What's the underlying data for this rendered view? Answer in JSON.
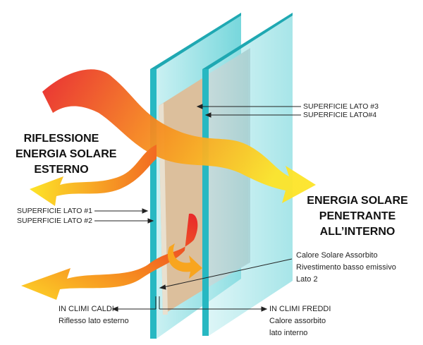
{
  "labels": {
    "surface3": "SUPERFICIE LATO #3",
    "surface4": "SUPERFICIE LATO#4",
    "surface1": "SUPERFICIE LATO #1",
    "surface2": "SUPERFICIE LATO #2"
  },
  "reflection": {
    "line1": "RIFLESSIONE",
    "line2": "ENERGIA SOLARE",
    "line3": "ESTERNO"
  },
  "penetrating": {
    "line1": "ENERGIA SOLARE",
    "line2": "PENETRANTE",
    "line3": "ALL’INTERNO"
  },
  "absorbed": {
    "line1": "Calore Solare Assorbito",
    "line2": "Rivestimento basso emissivo",
    "line3": "Lato 2"
  },
  "hot": {
    "line1": "IN CLIMI CALDI",
    "line2": "Riflesso lato esterno"
  },
  "cold": {
    "line1": "IN CLIMI FREDDI",
    "line2": "Calore assorbito",
    "line3": "lato interno"
  },
  "colors": {
    "glass": "#2fc4cc",
    "glass_face": "#a8e6ea",
    "coating": "#dcbf9c",
    "red": "#e8262a",
    "orange": "#f5821f",
    "yellow": "#fde428"
  }
}
